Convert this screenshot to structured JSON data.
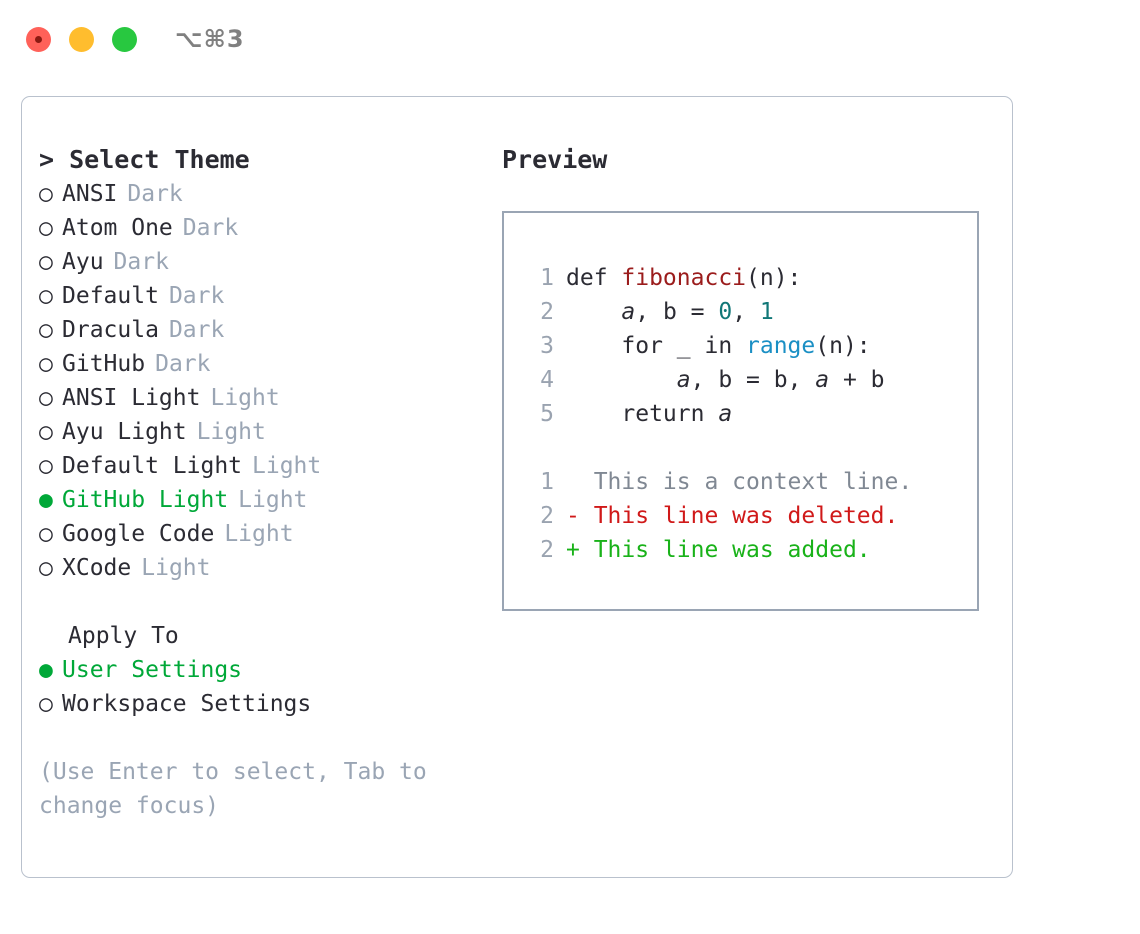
{
  "titlebar": {
    "shortcut": "⌥⌘3",
    "lights": [
      "close-red",
      "minimize-yellow",
      "zoom-green"
    ]
  },
  "left_panel": {
    "heading": "> Select Theme",
    "caret": ">",
    "heading_text": "Select Theme",
    "themes": [
      {
        "marker": "○",
        "name": "ANSI",
        "tag": "Dark",
        "selected": false
      },
      {
        "marker": "○",
        "name": "Atom One",
        "tag": "Dark",
        "selected": false
      },
      {
        "marker": "○",
        "name": "Ayu",
        "tag": "Dark",
        "selected": false
      },
      {
        "marker": "○",
        "name": "Default",
        "tag": "Dark",
        "selected": false
      },
      {
        "marker": "○",
        "name": "Dracula",
        "tag": "Dark",
        "selected": false
      },
      {
        "marker": "○",
        "name": "GitHub",
        "tag": "Dark",
        "selected": false
      },
      {
        "marker": "○",
        "name": "ANSI Light",
        "tag": "Light",
        "selected": false
      },
      {
        "marker": "○",
        "name": "Ayu Light",
        "tag": "Light",
        "selected": false
      },
      {
        "marker": "○",
        "name": "Default Light",
        "tag": "Light",
        "selected": false
      },
      {
        "marker": "●",
        "name": "GitHub Light",
        "tag": "Light",
        "selected": true
      },
      {
        "marker": "○",
        "name": "Google Code",
        "tag": "Light",
        "selected": false
      },
      {
        "marker": "○",
        "name": "XCode",
        "tag": "Light",
        "selected": false
      }
    ],
    "apply_to": {
      "title": "Apply To",
      "options": [
        {
          "marker": "●",
          "label": "User Settings",
          "selected": true
        },
        {
          "marker": "○",
          "label": "Workspace Settings",
          "selected": false
        }
      ]
    },
    "hint": "(Use Enter to select, Tab to change focus)"
  },
  "right_panel": {
    "heading": "Preview",
    "code": {
      "lines": [
        {
          "num": "1",
          "tokens": [
            {
              "text": "def ",
              "style": "plain"
            },
            {
              "text": "fibonacci",
              "style": "fn"
            },
            {
              "text": "(n):",
              "style": "plain"
            }
          ]
        },
        {
          "num": "2",
          "tokens": [
            {
              "text": "    ",
              "style": "plain"
            },
            {
              "text": "a",
              "style": "var"
            },
            {
              "text": ", ",
              "style": "plain"
            },
            {
              "text": "b",
              "style": "plain"
            },
            {
              "text": " = ",
              "style": "plain"
            },
            {
              "text": "0",
              "style": "num"
            },
            {
              "text": ", ",
              "style": "plain"
            },
            {
              "text": "1",
              "style": "num"
            }
          ]
        },
        {
          "num": "3",
          "tokens": [
            {
              "text": "    for _ in ",
              "style": "plain"
            },
            {
              "text": "range",
              "style": "call"
            },
            {
              "text": "(n):",
              "style": "plain"
            }
          ]
        },
        {
          "num": "4",
          "tokens": [
            {
              "text": "        ",
              "style": "plain"
            },
            {
              "text": "a",
              "style": "var"
            },
            {
              "text": ", b = b, ",
              "style": "plain"
            },
            {
              "text": "a",
              "style": "var"
            },
            {
              "text": " + b",
              "style": "plain"
            }
          ]
        },
        {
          "num": "5",
          "tokens": [
            {
              "text": "    return ",
              "style": "plain"
            },
            {
              "text": "a",
              "style": "var"
            }
          ]
        }
      ]
    },
    "diff": {
      "lines": [
        {
          "num": "1",
          "marker": " ",
          "text": " This is a context line.",
          "kind": "context"
        },
        {
          "num": "2",
          "marker": "-",
          "text": " This line was deleted.",
          "kind": "deleted"
        },
        {
          "num": "2",
          "marker": "+",
          "text": " This line was added.",
          "kind": "added"
        }
      ]
    }
  },
  "colors": {
    "green": "#00a838",
    "muted": "#9aa5b4",
    "function": "#9b1c1c",
    "number": "#117777",
    "call": "#1a8fc4",
    "diff_deleted": "#d01919",
    "diff_added": "#19b219",
    "diff_context": "#808893",
    "line_number": "#9aa3b0",
    "window_border": "#b9c1cd",
    "box_border": "#9aa5b4"
  }
}
